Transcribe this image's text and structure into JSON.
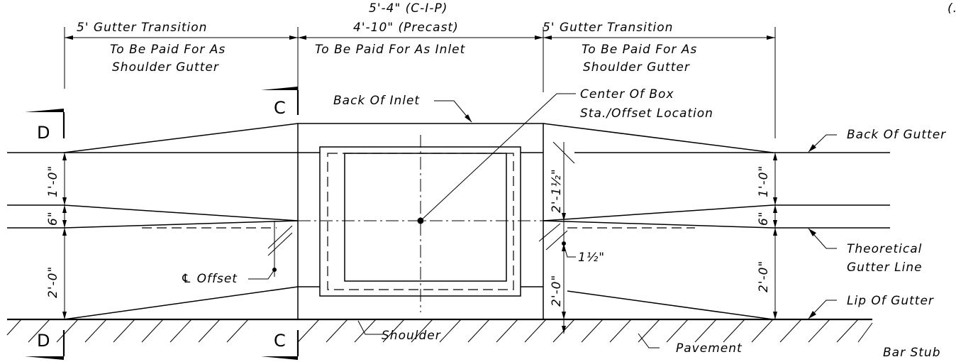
{
  "dimensions": {
    "top_1": "5'-4\" (C-I-P)",
    "top_2": "4'-10\" (Precast)",
    "left_1": "5' Gutter Transition",
    "left_2": "To Be Paid For As",
    "left_3": "Shoulder Gutter",
    "mid_1": "To Be Paid For As Inlet",
    "right_1": "5' Gutter Transition",
    "right_2": "To Be Paid For As",
    "right_3": "Shoulder Gutter",
    "v_left_1": "1'-0\"",
    "v_left_2": "6\"",
    "v_left_3": "2'-0\"",
    "v_right_1": "1'-0\"",
    "v_right_2": "6\"",
    "v_right_3": "2'-0\"",
    "v_mid_1": "2'-1½\"",
    "v_mid_2": "2'-0\"",
    "small": "1½\"",
    "cl_offset": "℄ Offset"
  },
  "callouts": {
    "back_of_inlet": "Back Of Inlet",
    "center_box_1": "Center Of Box",
    "center_box_2": "Sta./Offset Location",
    "back_of_gutter": "Back Of Gutter",
    "theoretical_1": "Theoretical",
    "theoretical_2": "Gutter Line",
    "lip_of_gutter": "Lip Of Gutter",
    "shoulder": "Shoulder",
    "pavement": "Pavement",
    "bar_stub": "Bar Stub",
    "corner": "(."
  },
  "sections": {
    "c": "C",
    "d": "D"
  }
}
